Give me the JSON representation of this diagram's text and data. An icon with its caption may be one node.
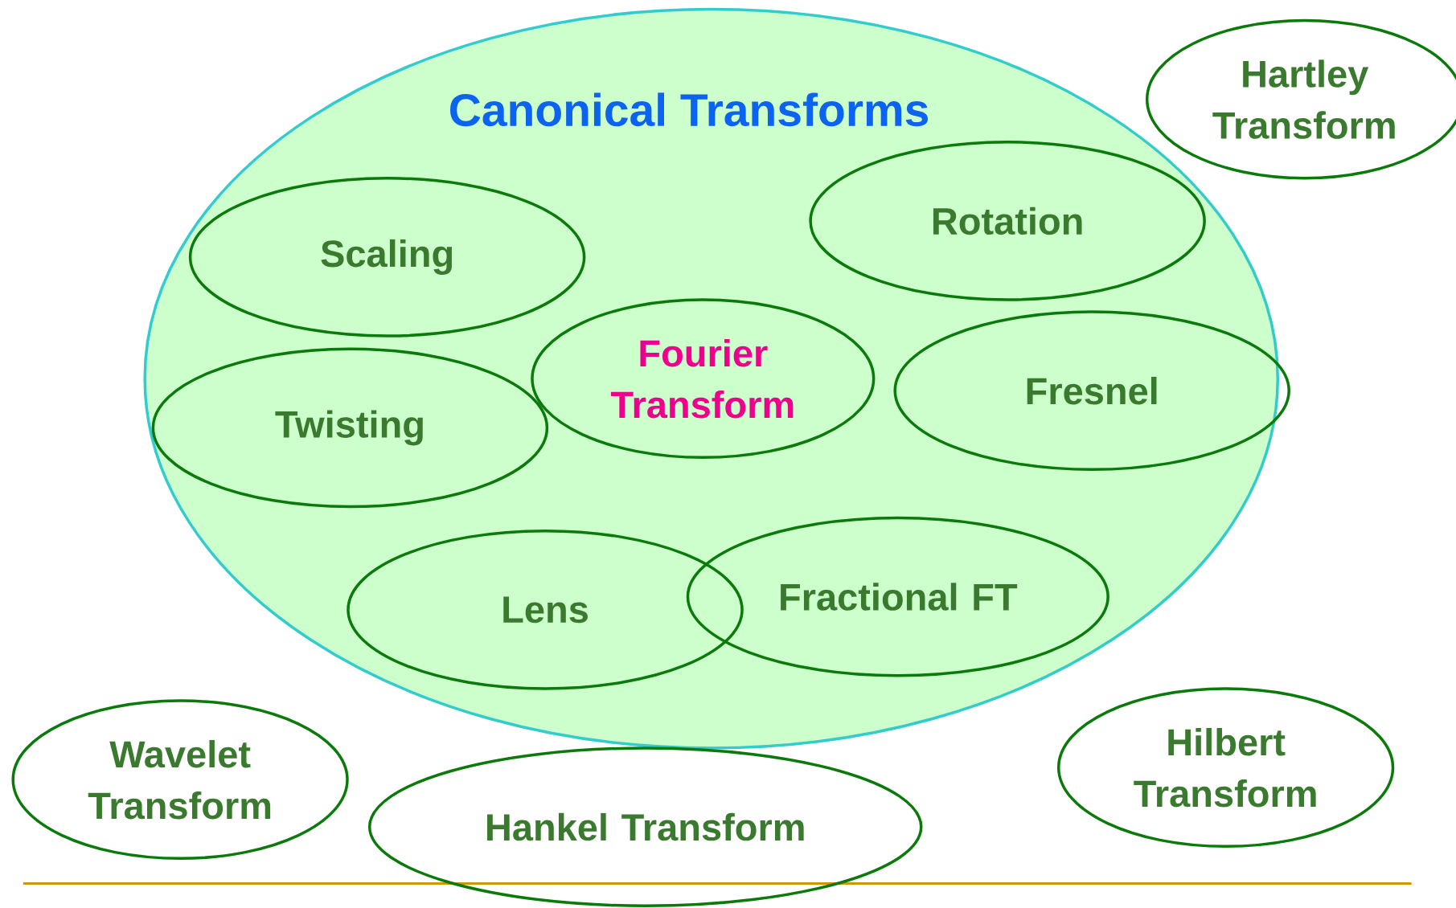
{
  "diagram": {
    "nodes": [
      {
        "text": [
          "Canonical Transforms"
        ]
      },
      {
        "text": [
          "Scaling"
        ],
        "in": 0
      },
      {
        "text": [
          "Rotation"
        ],
        "in": 0
      },
      {
        "text": [
          "Fourier Transform"
        ],
        "in": 0
      },
      {
        "text": [
          "Twisting"
        ],
        "in": 0
      },
      {
        "text": [
          "Fresnel"
        ],
        "in": 0
      },
      {
        "text": [
          "Lens"
        ],
        "in": 0
      },
      {
        "text": [
          "Fractional FT"
        ],
        "in": 0
      },
      {
        "text": [
          "Hartley Transform"
        ]
      },
      {
        "text": [
          "Wavelet Transform"
        ]
      },
      {
        "text": [
          "Hilbert Transform"
        ]
      },
      {
        "text": [
          "Hankel Transform"
        ]
      }
    ]
  }
}
